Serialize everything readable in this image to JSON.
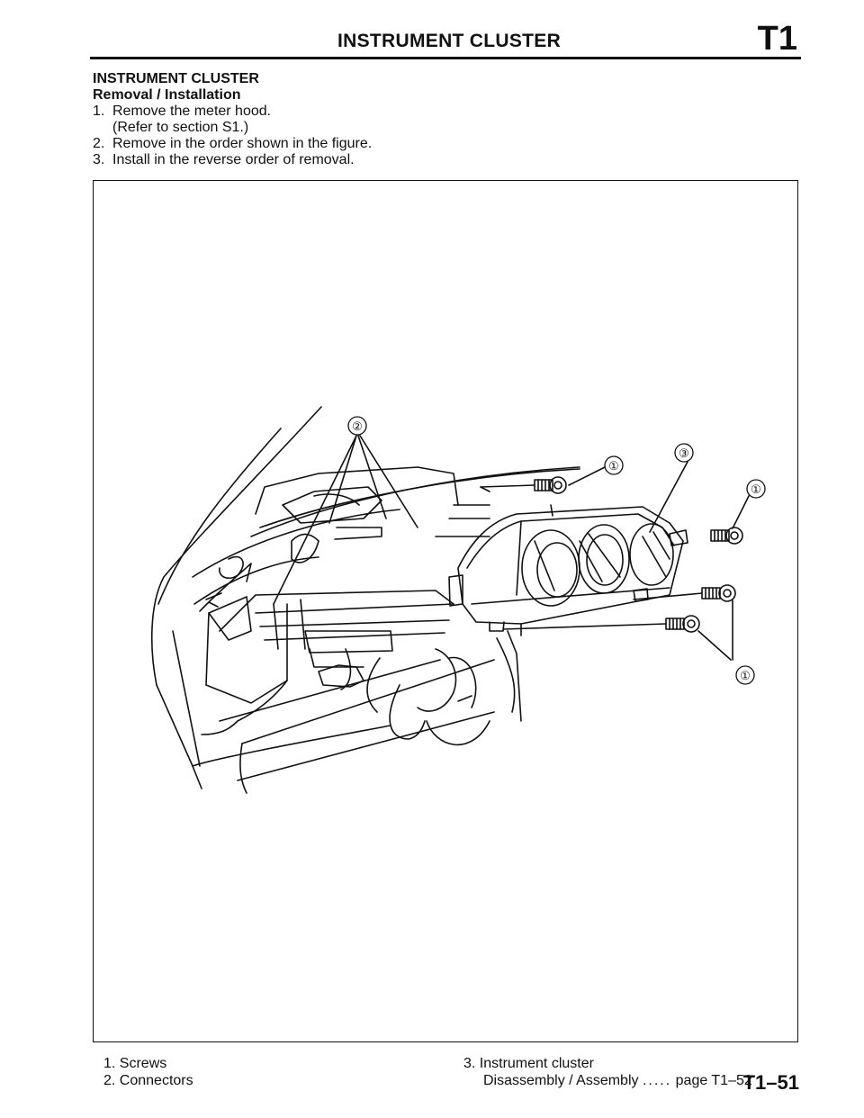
{
  "header": {
    "title": "INSTRUMENT CLUSTER",
    "code": "T1"
  },
  "section": {
    "title": "INSTRUMENT CLUSTER",
    "subtitle": "Removal / Installation"
  },
  "steps": [
    {
      "num": "1.",
      "text": "Remove the meter hood."
    },
    {
      "num": "",
      "text": "(Refer to section S1.)"
    },
    {
      "num": "2.",
      "text": "Remove in the order shown in the figure."
    },
    {
      "num": "3.",
      "text": "Install in the reverse order of removal."
    }
  ],
  "figure": {
    "callouts": [
      "①",
      "②",
      "③",
      "①",
      "①"
    ]
  },
  "legend": {
    "item1": "1. Screws",
    "item2": "2. Connectors",
    "item3": "3. Instrument cluster",
    "item3_sub": "Disassembly / Assembly",
    "item3_dots": ".....",
    "item3_ref": "page T1–52"
  },
  "page_number": "T1–51"
}
